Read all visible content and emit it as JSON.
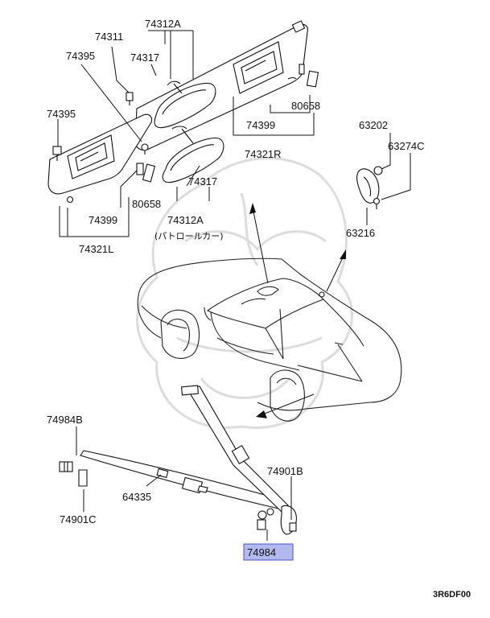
{
  "callouts": {
    "c74312A_top": "74312A",
    "c74311": "74311",
    "c74395_a": "74395",
    "c74317_a": "74317",
    "c74395_b": "74395",
    "c80658_r": "80658",
    "c74399_r": "74399",
    "c74321R": "74321R",
    "c80658_l": "80658",
    "c74317_b": "74317",
    "c74399_l": "74399",
    "c74312A_bottom": "74312A",
    "c_patrol": "(パトロールカー)",
    "c74321L": "74321L",
    "c63202": "63202",
    "c63274C": "63274C",
    "c63216": "63216",
    "c74984B": "74984B",
    "c64335": "64335",
    "c74901C": "74901C",
    "c74901B": "74901B",
    "c74984": "74984"
  },
  "diagram_code": "3R6DF00",
  "colors": {
    "highlight_fill": "#b3b8ef",
    "highlight_border": "#4a52c8",
    "line": "#111111",
    "watermark": "#d9d9d9"
  }
}
